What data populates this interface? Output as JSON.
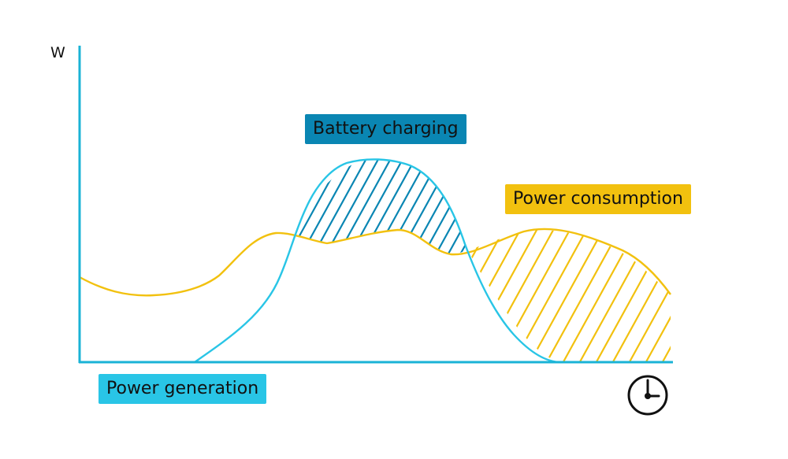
{
  "axis": {
    "y_label": "W",
    "x_icon": "clock-icon"
  },
  "labels": {
    "battery_charging": "Battery charging",
    "power_consumption": "Power consumption",
    "power_generation": "Power generation"
  },
  "colors": {
    "axis": "#1ab3d6",
    "generation_curve": "#29c5e6",
    "consumption_curve": "#f2c10f",
    "battery_label_bg": "#0a86b3",
    "battery_hatch": "#0a86b3",
    "consumption_label_bg": "#f2c10f",
    "consumption_hatch": "#f2c10f",
    "generation_label_bg": "#29c5e6",
    "text": "#111111"
  }
}
